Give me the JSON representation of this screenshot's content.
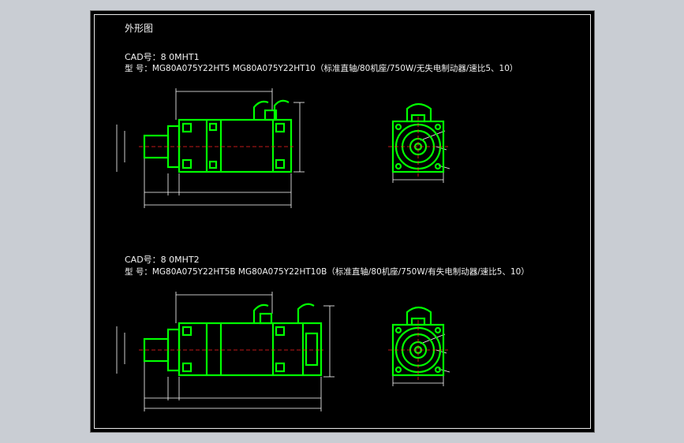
{
  "drawing": {
    "title": "外形图",
    "section1": {
      "cad_label": "CAD号：8 0MHT1",
      "model_label": "型  号：MG80A075Y22HT5   MG80A075Y22HT10（标准直轴/80机座/750W/无失电制动器/速比5、10）"
    },
    "section2": {
      "cad_label": "CAD号：8 0MHT2",
      "model_label": "型  号：MG80A075Y22HT5B   MG80A075Y22HT10B（标准直轴/80机座/750W/有失电制动器/速比5、10）"
    }
  },
  "colors": {
    "background": "#000000",
    "outline": "#00ff00",
    "centerline": "#ff2020",
    "dimension": "#ffffff",
    "page": "#c9cdd3"
  }
}
